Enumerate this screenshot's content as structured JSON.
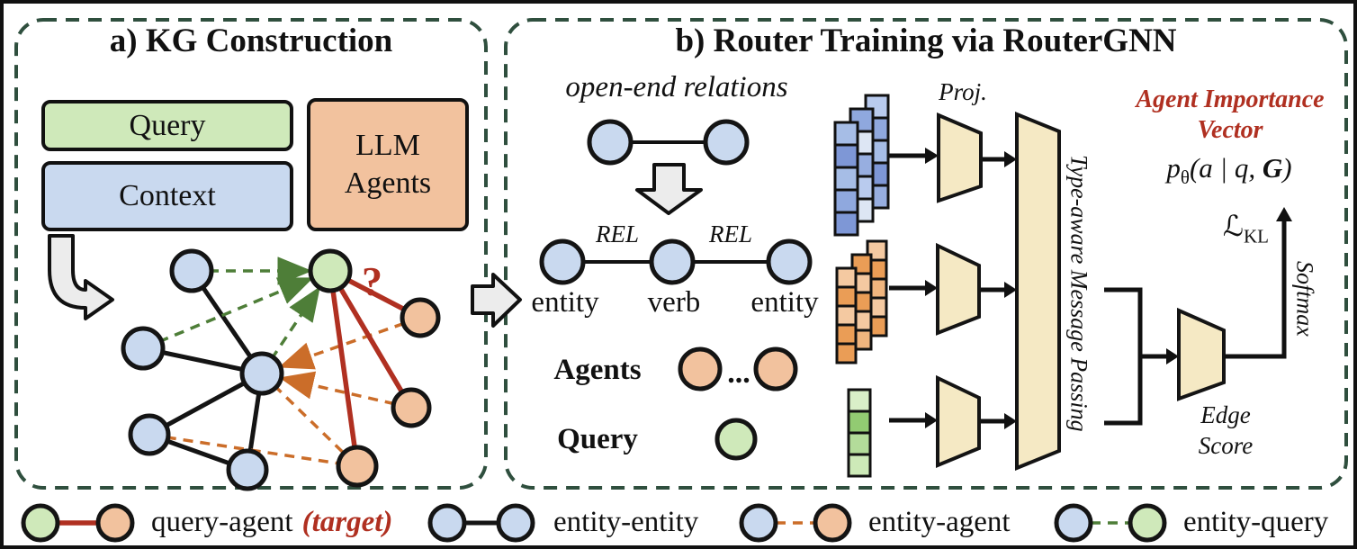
{
  "colors": {
    "entity_blue": "#c9d9ef",
    "query_green": "#cfe9ba",
    "agent_orange": "#f2c29e",
    "trapezoid_tan": "#f5e9c4",
    "accent_red": "#b03021",
    "panel_border_green": "#2f4f3e",
    "edge_black": "#141414",
    "edge_green": "#4e7e38",
    "edge_orange": "#cb6d29",
    "arrow_grey": "#ececec"
  },
  "panel_a": {
    "title": "a) KG Construction",
    "query_box": "Query",
    "context_box": "Context",
    "llm_box": {
      "lines": [
        "LLM",
        "Agents"
      ]
    },
    "question_mark": "?"
  },
  "panel_b": {
    "title": "b) Router Training via RouterGNN",
    "open_end_label": "open-end relations",
    "rel_left": "REL",
    "rel_right": "REL",
    "entity_left": "entity",
    "verb": "verb",
    "entity_right": "entity",
    "agents_label": "Agents",
    "agents_dots": "...",
    "query_label": "Query",
    "proj_label": "Proj.",
    "message_passing_label": "Type-aware Message Passing",
    "agent_importance": {
      "lines": [
        "Agent Importance",
        "Vector"
      ]
    },
    "formula": {
      "lead": "p",
      "sub": "θ",
      "args_pre": "(a | q, ",
      "g": "G",
      "args_post": ")"
    },
    "loss": {
      "symbol": "ℒ",
      "sub": "KL"
    },
    "softmax_label": "Softmax",
    "edge_score": {
      "lines": [
        "Edge",
        "Score"
      ]
    }
  },
  "legend": {
    "items": [
      {
        "label": "query-agent",
        "suffix": "(target)"
      },
      {
        "label": "entity-entity"
      },
      {
        "label": "entity-agent"
      },
      {
        "label": "entity-query"
      }
    ]
  },
  "feature_stacks": {
    "entity": {
      "columns": [
        [
          "#a6bde6",
          "#7e97d6",
          "#a6bde6",
          "#8fa8de",
          "#7e97d6"
        ],
        [
          "#8fa8de",
          "#dde6f4",
          "#97aee0",
          "#b9cbee",
          "#dde6f4"
        ],
        [
          "#b9cbee",
          "#8fa8de",
          "#a6bde6",
          "#7e97d6",
          "#97aee0"
        ]
      ]
    },
    "agent": {
      "columns": [
        [
          "#f4c9a1",
          "#ea9d56",
          "#f4c9a1",
          "#ea9d56",
          "#ea9d56"
        ],
        [
          "#ea9d56",
          "#f4c9a1",
          "#ea9d56",
          "#f4c9a1",
          "#f0b57e"
        ],
        [
          "#f4c9a1",
          "#ea9d56",
          "#f0b57e",
          "#f4c9a1",
          "#ea9d56"
        ]
      ]
    },
    "query": {
      "columns": [
        [
          "#d9efc8",
          "#92cb72",
          "#b3dc9a",
          "#cdeab8"
        ]
      ]
    }
  }
}
